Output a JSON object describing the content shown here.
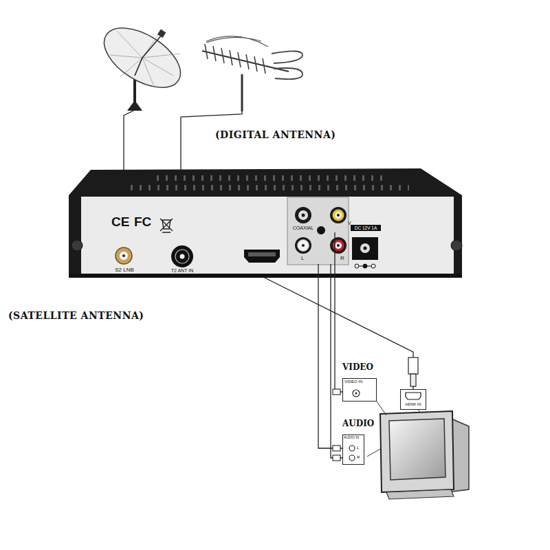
{
  "diagram": {
    "nodes": [
      {
        "text": [
          "CE",
          "FC"
        ]
      },
      {
        "text": [
          "S2 LNB"
        ],
        "in": 0
      },
      {
        "text": [
          "T2 ANT IN"
        ],
        "in": 0
      },
      {
        "text": [
          "COAXIAL"
        ],
        "in": 0
      },
      {
        "text": [
          "V"
        ],
        "in": 0
      },
      {
        "text": [
          "L"
        ],
        "in": 0
      },
      {
        "text": [
          "R"
        ],
        "in": 0
      },
      {
        "text": [
          "DC 12V 1A"
        ],
        "in": 0
      },
      {
        "text": [
          "VIDEO",
          "VIDEO IN"
        ]
      },
      {
        "text": [
          "HDMI IN"
        ]
      },
      {
        "text": [
          "AUDIO",
          "AUDIO IN"
        ]
      }
    ],
    "edges": [
      {
        "from": 0,
        "to": 9,
        "arrow": "none"
      },
      {
        "from": 4,
        "to": 8,
        "arrow": "none"
      },
      {
        "from": 5,
        "to": 10,
        "arrow": "none"
      },
      {
        "from": 6,
        "to": 10,
        "arrow": "none"
      }
    ],
    "labels": [
      "(DIGITAL ANTENNA)",
      "(SATELLITE ANTENNA)",
      "L",
      "R"
    ]
  }
}
